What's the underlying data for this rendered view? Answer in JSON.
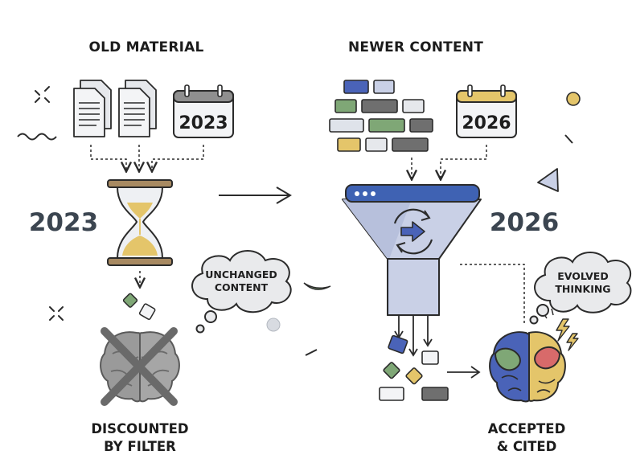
{
  "left": {
    "heading": "OLD MATERIAL",
    "calendar_year": "2023",
    "side_year": "2023",
    "thought": [
      "UNCHANGED",
      "CONTENT"
    ],
    "caption": [
      "DISCOUNTED",
      "BY FILTER"
    ]
  },
  "right": {
    "heading": "NEWER CONTENT",
    "calendar_year": "2026",
    "side_year": "2026",
    "thought": [
      "EVOLVED",
      "THINKING"
    ],
    "caption": [
      "ACCEPTED",
      "& CITED"
    ]
  },
  "icons": [
    "document-stack-icon",
    "calendar-icon",
    "hourglass-icon",
    "brain-icon",
    "cross-out-icon",
    "content-blocks-icon",
    "funnel-icon",
    "refresh-arrow-icon",
    "thought-cloud-icon",
    "lightning-icon"
  ],
  "colors": {
    "ink": "#2b2b2b",
    "year_text": "#3b4550",
    "funnel": "#c9d0e6",
    "funnel_top": "#3f62b3",
    "accent_blue": "#4a63b8",
    "accent_green": "#7fa776",
    "accent_yellow": "#e4c56a",
    "accent_red": "#d86a6a",
    "gray": "#8f8f8f"
  }
}
